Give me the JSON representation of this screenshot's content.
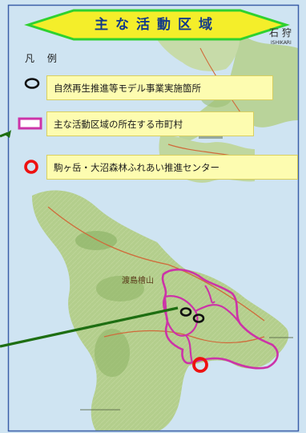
{
  "title": "主な活動区域",
  "legend": {
    "heading": "凡 例",
    "items": [
      {
        "label": "自然再生推進等モデル事業実施箇所",
        "symbol": "black-ring-marker"
      },
      {
        "label": "主な活動区域の所在する市町村",
        "symbol": "magenta-rectangle"
      },
      {
        "label": "駒ヶ岳・大沼森林ふれあい推進センター",
        "symbol": "red-ring-marker"
      }
    ]
  },
  "map_labels": {
    "top_right": "石 狩",
    "top_right_roman": "ISHIKARI",
    "mountain": "渡島檜山"
  },
  "colors": {
    "title_fill": "#f4ee2a",
    "title_border": "#2fd12f",
    "legend_fill": "#fdfcb0",
    "boundary": "#cc33a8",
    "project_marker": "#111111",
    "center_marker": "#ee1111",
    "leader_line": "#1e6e12",
    "frame": "#3b5fa8",
    "sea": "#cfe4f2",
    "land": "#b5cf8f"
  }
}
